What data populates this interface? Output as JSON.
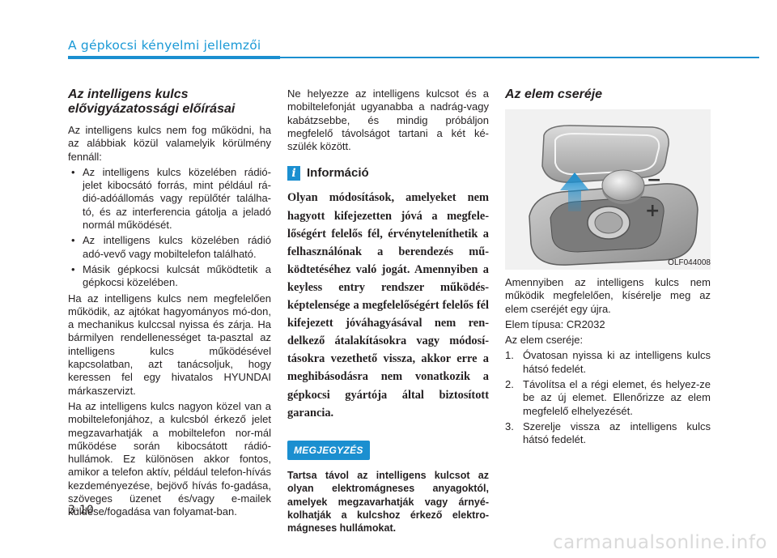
{
  "header": {
    "title": "A gépkocsi kényelmi jellemzői"
  },
  "col1": {
    "heading": "Az intelligens kulcs elővigyázatossági előírásai",
    "intro": "Az intelligens kulcs nem fog működni, ha az alábbiak közül valamelyik körülmény fennáll:",
    "bullets": [
      "Az intelligens kulcs közelében rádió-jelet kibocsátó forrás, mint például rá-dió-adóállomás vagy repülőtér találha-tó, és az interferencia gátolja a jeladó normál működését.",
      "Az intelligens kulcs közelében rádió adó-vevő vagy mobiltelefon található.",
      "Másik gépkocsi kulcsát működtetik a gépkocsi közelében."
    ],
    "para1": "Ha az intelligens kulcs nem megfelelően működik, az ajtókat hagyományos mó-don, a mechanikus kulccsal nyissa és zárja. Ha bármilyen rendellenességet ta-pasztal az intelligens kulcs működésével kapcsolatban, azt tanácsoljuk, hogy keressen fel egy hivatalos HYUNDAI márkaszervizt.",
    "para2": "Ha az intelligens kulcs nagyon közel van a mobiltelefonjához, a kulcsból érkező jelet megzavarhatják a mobiltelefon nor-mál működése során kibocsátott rádió-hullámok. Ez különösen akkor fontos, amikor a telefon aktív, például telefon-hívás kezdeményezése, bejövő hívás fo-gadása, szöveges üzenet és/vagy e-mailek küldése/fogadása van folyamat-ban."
  },
  "col2": {
    "para": "Ne helyezze az intelligens kulcsot és a mobiltelefonját ugyanabba a nadrág-vagy kabátzsebbe, és mindig próbáljon megfelelő távolságot tartani a két ké-szülék között.",
    "info_icon": "i",
    "info_title": "Információ",
    "info_body": "Olyan módosítások, amelyeket nem hagyott kifejezetten jóvá a megfele-lőségért felelős fél, érvényteleníthetik a felhasználónak a berendezés mű-ködtetéséhez való jogát. Amennyiben a keyless entry rendszer működés-képtelensége a megfelelőségért felelős fél kifejezett jóváhagyásával nem ren-delkező átalakításokra vagy módosí-tásokra vezethető vissza, akkor erre a meghibásodásra nem vonatkozik a gépkocsi gyártója által biztosított garancia.",
    "note_label": "MEGJEGYZÉS",
    "note_body": "Tartsa távol az intelligens kulcsot az olyan elektromágneses anyagoktól, amelyek megzavarhatják vagy árnyé-kolhatják a kulcshoz érkező elektro-mágneses hullámokat."
  },
  "col3": {
    "heading": "Az elem cseréje",
    "figure": {
      "code": "OLF044008",
      "minus": "−",
      "plus": "+"
    },
    "para1": "Amennyiben az intelligens kulcs nem működik megfelelően, kísérelje meg az elem cseréjét egy újra.",
    "battery_type": "Elem típusa: CR2032",
    "steps_intro": "Az elem cseréje:",
    "steps": [
      {
        "n": "1.",
        "text": "Óvatosan nyissa ki az intelligens kulcs hátsó fedelét."
      },
      {
        "n": "2.",
        "text": "Távolítsa el a régi elemet, és helyez-ze be az új elemet. Ellenőrizze az elem megfelelő elhelyezését."
      },
      {
        "n": "3.",
        "text": "Szerelje vissza az intelligens kulcs hátsó fedelét."
      }
    ]
  },
  "footer": {
    "page_number": "3-10",
    "watermark": "carmanualsonline.info"
  }
}
